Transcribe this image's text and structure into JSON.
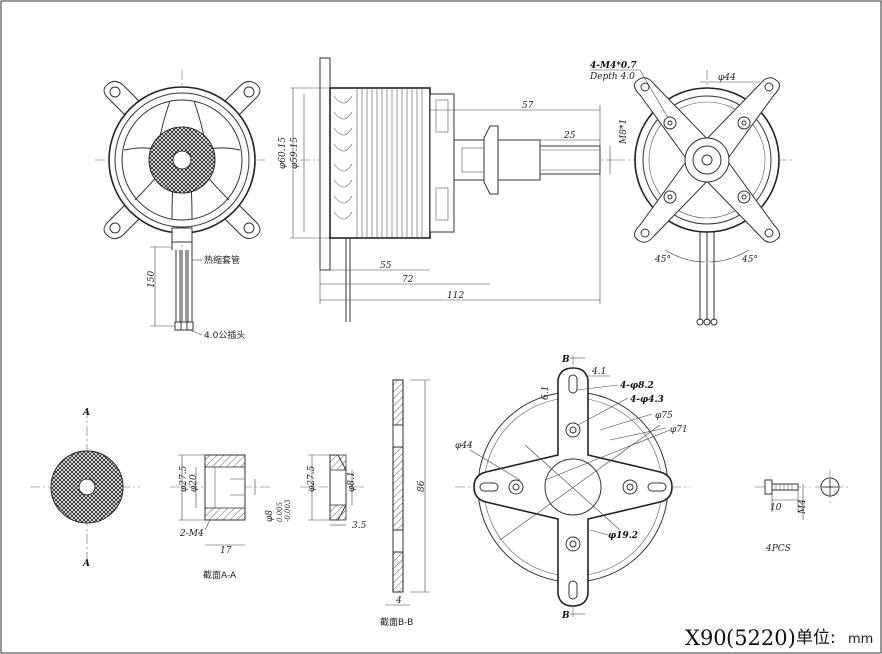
{
  "title": {
    "model": "X90",
    "code": "(5220)",
    "unit_label": "单位:",
    "unit": "mm"
  },
  "front_view": {
    "sleeve_note": "热缩套管",
    "plug_note": "4.0公插头",
    "lead_length": "150"
  },
  "side_view": {
    "dia_outer": "φ60.15",
    "dia_inner": "φ59.15",
    "dim_57": "57",
    "dim_25": "25",
    "thread": "M8*1",
    "dim_55": "55",
    "dim_72": "72",
    "dim_112": "112"
  },
  "rear_view": {
    "mount_holes": "4-M4*0.7",
    "depth": "Depth 4.0",
    "dia_44": "φ44",
    "angle_left": "45°",
    "angle_right": "45°"
  },
  "adapter": {
    "section_label": "A",
    "dia_275": "φ27.5",
    "dia_20": "φ20",
    "dia_8": "φ8",
    "tolerance_upper": "0.005",
    "tolerance_lower": "-0.003",
    "holes": "2-M4",
    "dim_17": "17",
    "section_caption": "截面A-A"
  },
  "collet": {
    "dia_275": "φ27.5",
    "dia_81": "φ8.1",
    "dim_35": "3.5"
  },
  "plate_side": {
    "height": "86",
    "thickness": "4",
    "section_caption": "截面B-B"
  },
  "mount_plate": {
    "section_label": "B",
    "dim_41": "4.1",
    "slot_width": "6.1",
    "slots": "4-φ8.2",
    "holes": "4-φ4.3",
    "dia_75": "φ75",
    "dia_71": "φ71",
    "dia_44": "φ44",
    "dia_192": "φ19.2"
  },
  "screw": {
    "length": "10",
    "thread": "M4",
    "quantity": "4PCS"
  }
}
